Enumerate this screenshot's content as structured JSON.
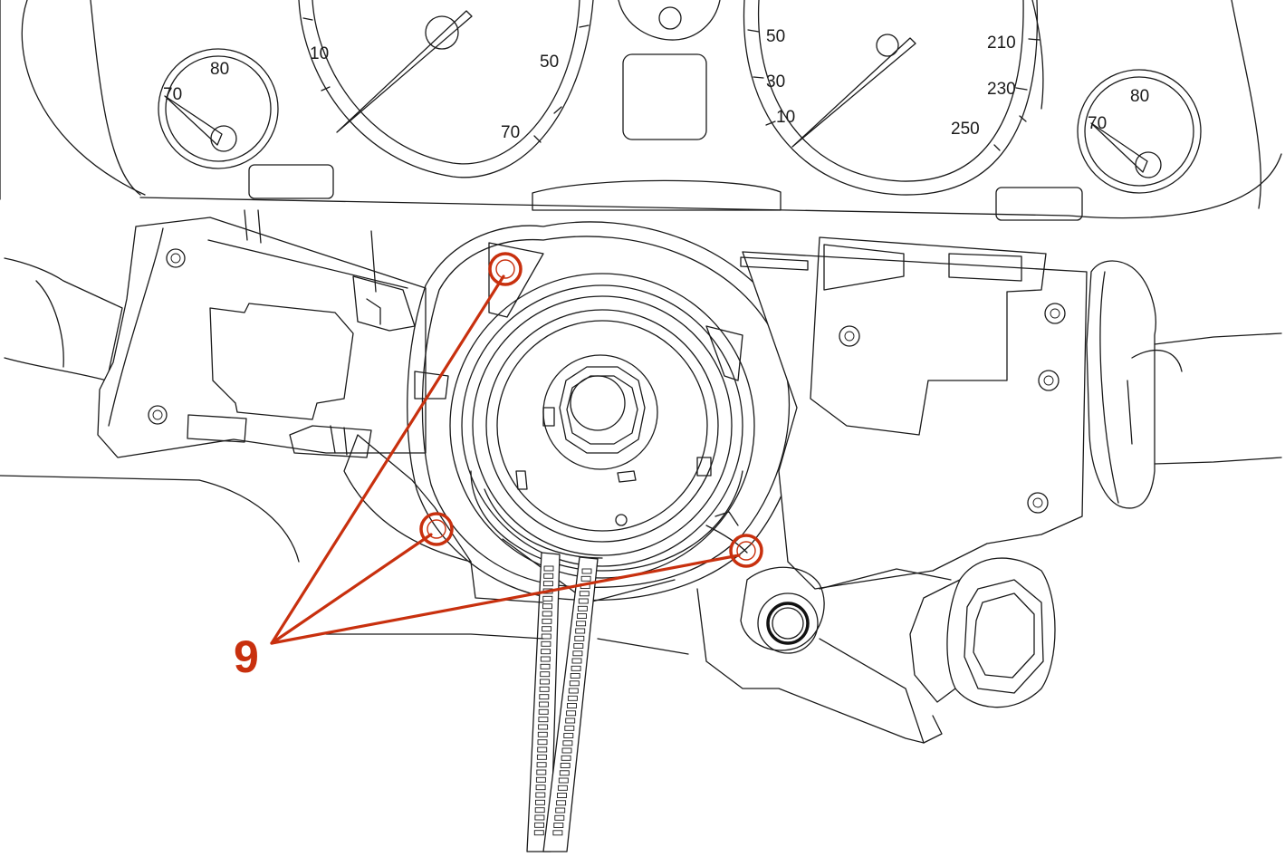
{
  "colors": {
    "accent": "#c8300e",
    "line": "#1a1a1a",
    "background": "#ffffff"
  },
  "cluster": {
    "left_small_gauge": [
      "80",
      "70"
    ],
    "speedo_left": [
      "10",
      "50",
      "70"
    ],
    "speedo_right": [
      "50",
      "30",
      "10",
      "210",
      "230",
      "250"
    ],
    "right_small_gauge": [
      "80",
      "70"
    ]
  },
  "callout": {
    "number": "9"
  }
}
